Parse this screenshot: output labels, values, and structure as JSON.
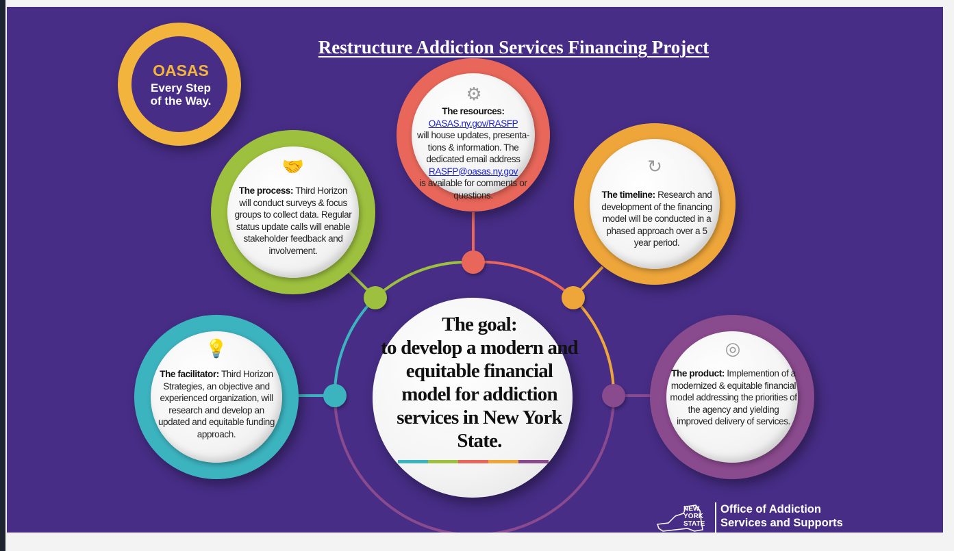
{
  "title": "Restructure Addiction Services Financing Project",
  "logo": {
    "brand": "OASAS",
    "tagline_1": "Every Step",
    "tagline_2": "of the Way."
  },
  "colors": {
    "background": "#472d86",
    "process": "#9dc13e",
    "resources": "#e8675a",
    "timeline": "#eea63a",
    "facilitator": "#3cb4c0",
    "product": "#8a4a8e",
    "logo_ring": "#f2b43c"
  },
  "resources": {
    "label": "The resources:",
    "link": "OASAS.ny.gov/RASFP",
    "body_1": "will house updates, presenta-tions & information. The dedicated email address",
    "email": "RASFP@oasas.ny.gov",
    "body_2": "is available for comments or questions.",
    "icon": "gears-icon"
  },
  "process": {
    "label": "The process:",
    "body": "Third Horizon will conduct surveys & focus groups to collect data. Regular status update calls will enable stakeholder feedback and involvement.",
    "icon": "handshake-icon"
  },
  "timeline": {
    "label": "The timeline:",
    "body": "Research and development of the financing model will be conducted in a phased approach over a 5 year period.",
    "icon": "cycle-icon"
  },
  "facilitator": {
    "label": "The facilitator:",
    "body": "Third Horizon Strategies, an objective and experienced organization, will research and develop an updated and equitable funding approach.",
    "icon": "lightbulb-icon"
  },
  "product": {
    "label": "The product:",
    "body": "Implemention of a modernized & equitable financial model addressing the priorities of the agency and yielding improved delivery of services.",
    "icon": "target-icon"
  },
  "goal": {
    "line_1": "The goal:",
    "line_2": "to develop a modern and equitable financial model for addiction services in New York State."
  },
  "footer": {
    "state_1": "NEW",
    "state_2": "YORK",
    "state_3": "STATE",
    "office_1": "Office of Addiction",
    "office_2": "Services and Supports"
  }
}
